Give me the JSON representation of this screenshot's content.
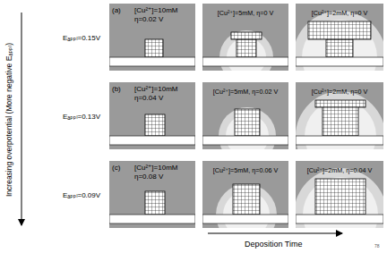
{
  "diagram": {
    "nodes": [
      {
        "text": [
          "[Cu²⁺]=10mM",
          "η=0.02 V"
        ]
      },
      {
        "text": [
          "[Cu²⁺]=5mM, η=0 V"
        ]
      },
      {
        "text": [
          "[Cu²⁺]=2mM, η=0 V"
        ]
      },
      {
        "text": [
          "[Cu²⁺]=10mM",
          "η=0.04 V"
        ]
      },
      {
        "text": [
          "[Cu²⁺]=5mM, η=0.02 V"
        ]
      },
      {
        "text": [
          "[Cu²⁺]=2mM, η=0 V"
        ]
      },
      {
        "text": [
          "[Cu²⁺]=10mM",
          "η=0.08 V"
        ]
      },
      {
        "text": [
          "[Cu²⁺]=5mM, η=0.06 V"
        ]
      },
      {
        "text": [
          "[Cu²⁺]=2mM, η=0.04 V"
        ]
      }
    ],
    "labels": [
      "(a)",
      "Eₐₚₚₗ=0.15V",
      "(b)",
      "Eₐₚₚₗ=0.13V",
      "(c)",
      "Eₐₚₚₗ=0.09V",
      "Increasing overpotential (More negative Eₐₚₚₗ)",
      "Deposition Time",
      "78"
    ]
  }
}
